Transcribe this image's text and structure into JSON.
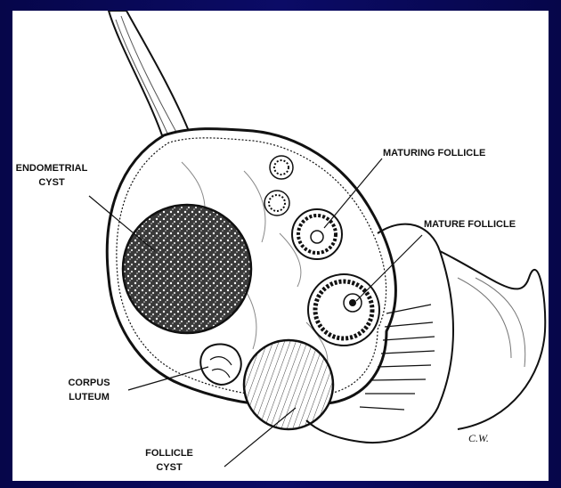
{
  "labels": {
    "endometrial_1": "ENDOMETRIAL",
    "endometrial_2": "CYST",
    "maturing_follicle": "MATURING FOLLICLE",
    "mature_follicle": "MATURE FOLLICLE",
    "corpus_1": "CORPUS",
    "corpus_2": "LUTEUM",
    "follicle_cyst_1": "FOLLICLE",
    "follicle_cyst_2": "CYST"
  },
  "signature": "C.W.",
  "colors": {
    "frame": "#0a0a5a",
    "panel": "#ffffff",
    "ink": "#111111"
  }
}
